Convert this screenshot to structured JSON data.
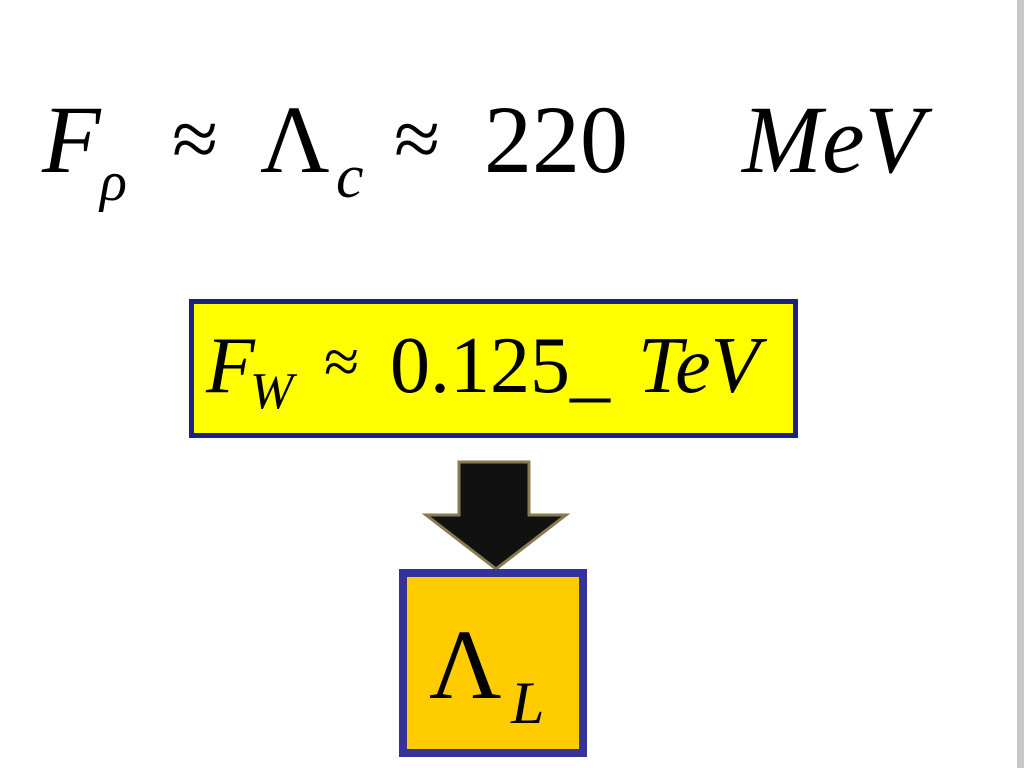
{
  "equation_top": {
    "F": "F",
    "rho": "ρ",
    "approx1": "≈",
    "Lambda": "Λ",
    "c": "c",
    "approx2": "≈",
    "value": "220",
    "unit": "MeV"
  },
  "box_fw": {
    "F": "F",
    "W": "W",
    "approx": "≈",
    "value": "0.125_",
    "unit": "TeV"
  },
  "box_lambda_l": {
    "Lambda": "Λ",
    "L": "L"
  },
  "colors": {
    "box_fw_fill": "#ffff00",
    "box_fw_border": "#1a237e",
    "box_l_fill": "#ffcc00",
    "box_l_border": "#33339a",
    "arrow_fill": "#111111",
    "arrow_stroke": "#8a7a50"
  },
  "icons": {
    "arrow": "down-arrow-icon"
  }
}
